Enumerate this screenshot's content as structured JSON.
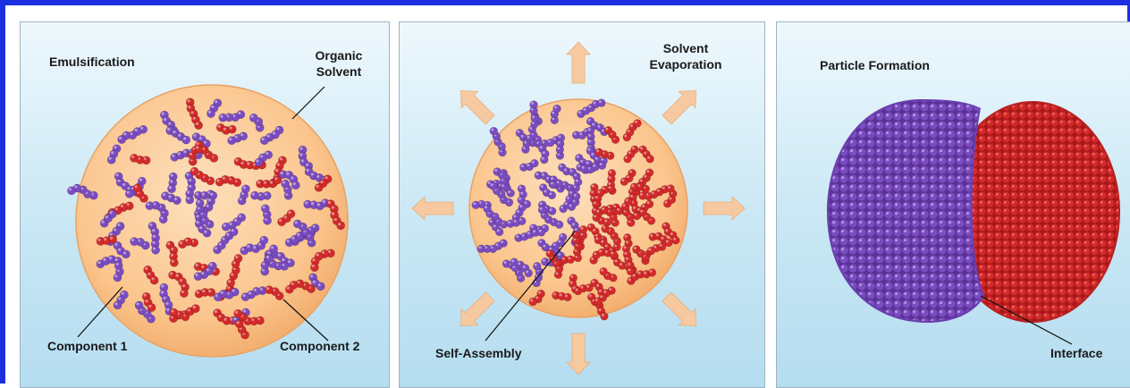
{
  "panels": [
    {
      "title": "Emulsification",
      "labels": {
        "organic_solvent": [
          "Organic",
          "Solvent"
        ],
        "component_1": "Component 1",
        "component_2": "Component 2"
      }
    },
    {
      "title": [
        "Solvent",
        "Evaporation"
      ],
      "labels": {
        "self_assembly": "Self-Assembly"
      }
    },
    {
      "title": "Particle Formation",
      "labels": {
        "interface": "Interface"
      }
    }
  ],
  "colors": {
    "frame": "#1c2fe0",
    "droplet": "#fbc58d",
    "component_1": "#7b4cc0",
    "component_2": "#d42a2a",
    "arrow": "#f6c9a0"
  },
  "icons": [
    "droplet-circle",
    "molecule-chain",
    "evaporation-arrow",
    "janus-particle"
  ]
}
